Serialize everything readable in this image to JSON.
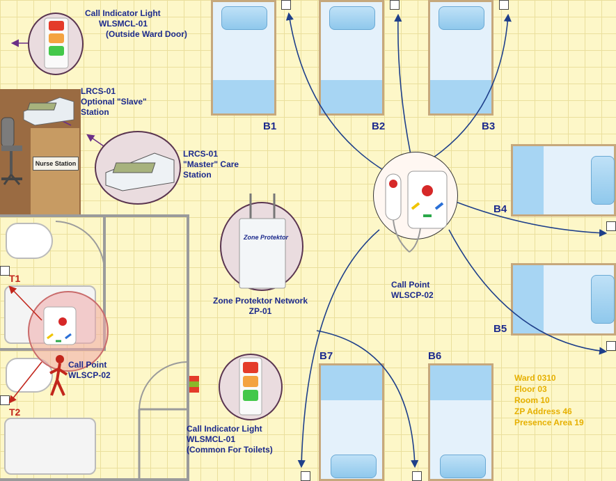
{
  "labels": {
    "call_light_top": [
      "Call Indicator Light",
      "WLSMCL-01",
      "(Outside Ward Door)"
    ],
    "lrcs_slave": [
      "LRCS-01",
      "Optional \"Slave\"",
      "Station"
    ],
    "lrcs_master": [
      "LRCS-01",
      "\"Master\" Care",
      "Station"
    ],
    "zone_protektor": [
      "Zone Protektor Network",
      "ZP-01"
    ],
    "call_point_center": [
      "Call Point",
      "WLSCP-02"
    ],
    "call_point_toilet": [
      "Call Point",
      "WLSCP-02"
    ],
    "call_light_toilet": [
      "Call Indicator Light",
      "WLSMCL-01",
      "(Common For Toilets)"
    ],
    "nurse_station": "Nurse Station",
    "zp_device_text": "Zone Protektor"
  },
  "beds": {
    "b1": "B1",
    "b2": "B2",
    "b3": "B3",
    "b4": "B4",
    "b5": "B5",
    "b6": "B6",
    "b7": "B7"
  },
  "toilets": {
    "t1": "T1",
    "t2": "T2"
  },
  "ward_info": [
    "Ward 0310",
    "Floor 03",
    "Room 10",
    "ZP Address 46",
    "Presence Area 19"
  ],
  "colors": {
    "label": "#1c2a8c",
    "ward_info": "#e6b000",
    "arrow": "#1e3f8a",
    "arrow_purple": "#6b2f87",
    "toilet_arrow": "#c2261c",
    "grid_bg": "#fdf7c8"
  }
}
